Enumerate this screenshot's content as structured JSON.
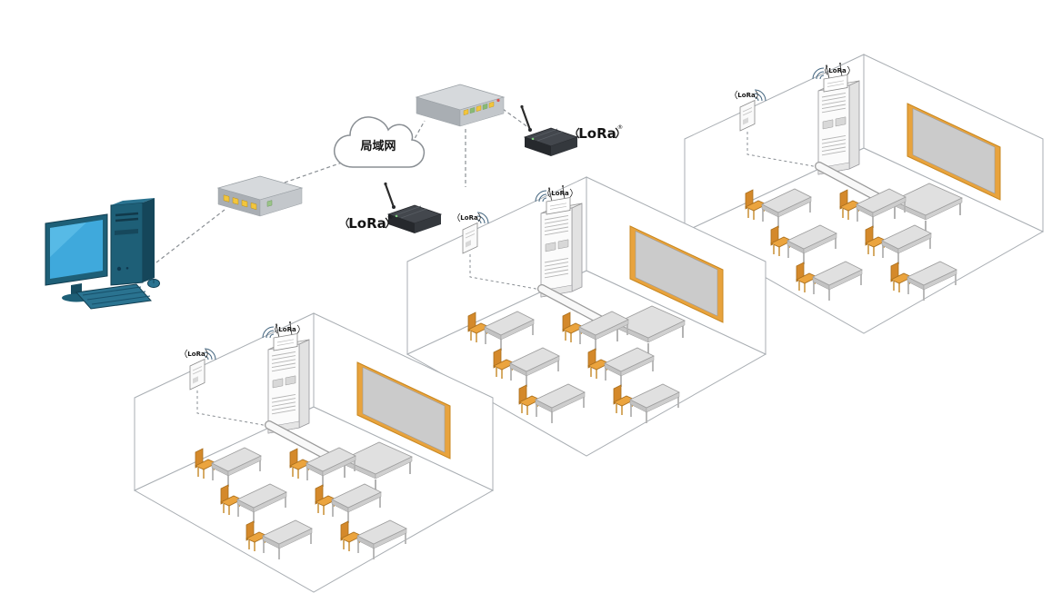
{
  "labels": {
    "cloud": "局域网",
    "lora": "LoRa",
    "registered": "®"
  },
  "colors": {
    "background": "#FFFFFF",
    "dashed_line": "#8A8F94",
    "room_outline": "#A9AEB3",
    "chair_orange": "#EBA43E",
    "desk_gray": "#E0E0E0",
    "whiteboard_frame": "#E8A33D",
    "cabinet_white": "#FBFBFB",
    "gateway_dark": "#2E3237",
    "computer_teal": "#1E5F77",
    "screen_blue": "#3FA9DC",
    "port_yellow": "#F2C53D",
    "wifi_arc": "#44657F"
  },
  "nodes": {
    "computer": {
      "kind": "desktop-pc"
    },
    "router": {
      "kind": "router",
      "yellow_ports": 4
    },
    "cloud": {
      "kind": "lan-cloud"
    },
    "switch": {
      "kind": "ethernet-switch",
      "ports": 6
    },
    "gateways": [
      {
        "id": "lora-gateway-1",
        "antenna": true
      },
      {
        "id": "lora-gateway-2",
        "antenna": true
      }
    ]
  },
  "classrooms": [
    {
      "id": "classroom-1",
      "position": "top-right",
      "cabinet_lora_node": true,
      "wall_lora_node": true,
      "whiteboard": true,
      "teacher_desks": 1,
      "student_desks": 6,
      "chairs": 6
    },
    {
      "id": "classroom-2",
      "position": "middle",
      "cabinet_lora_node": true,
      "wall_lora_node": true,
      "whiteboard": true,
      "teacher_desks": 1,
      "student_desks": 6,
      "chairs": 6
    },
    {
      "id": "classroom-3",
      "position": "bottom-left",
      "cabinet_lora_node": true,
      "wall_lora_node": true,
      "whiteboard": true,
      "teacher_desks": 1,
      "student_desks": 6,
      "chairs": 6
    }
  ],
  "connections": [
    {
      "from": "computer",
      "to": "router",
      "style": "dashed"
    },
    {
      "from": "router",
      "to": "cloud",
      "style": "dashed"
    },
    {
      "from": "cloud",
      "to": "switch",
      "style": "dashed"
    },
    {
      "from": "switch",
      "to": "lora-gateway-1",
      "style": "dashed"
    },
    {
      "from": "switch",
      "to": "lora-gateway-2",
      "style": "dashed"
    },
    {
      "from": "wall-lora-node",
      "to": "cabinet-lora-node",
      "style": "dashed",
      "in": "each-classroom"
    }
  ]
}
